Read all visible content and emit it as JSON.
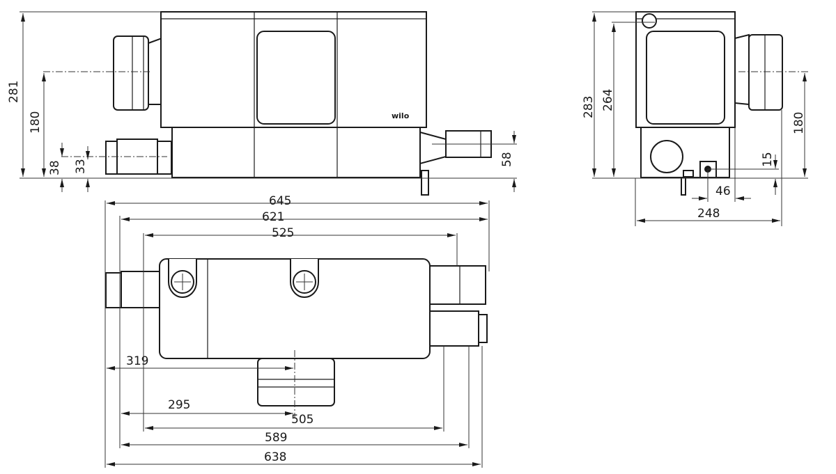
{
  "brand_logo": "wilo",
  "front_view": {
    "dims": {
      "height_total": "281",
      "inlet_height": "180",
      "low_inlet_38": "38",
      "low_inlet_33": "33",
      "outlet_height": "58"
    }
  },
  "side_view": {
    "dims": {
      "height_total": "283",
      "height_264": "264",
      "inlet_height": "180",
      "drain_height": "15",
      "drain_offset": "46",
      "width": "248"
    }
  },
  "top_view": {
    "dims": {
      "w645": "645",
      "w621": "621",
      "w525": "525",
      "w319": "319",
      "w295": "295",
      "w505": "505",
      "w589": "589",
      "w638": "638"
    }
  }
}
